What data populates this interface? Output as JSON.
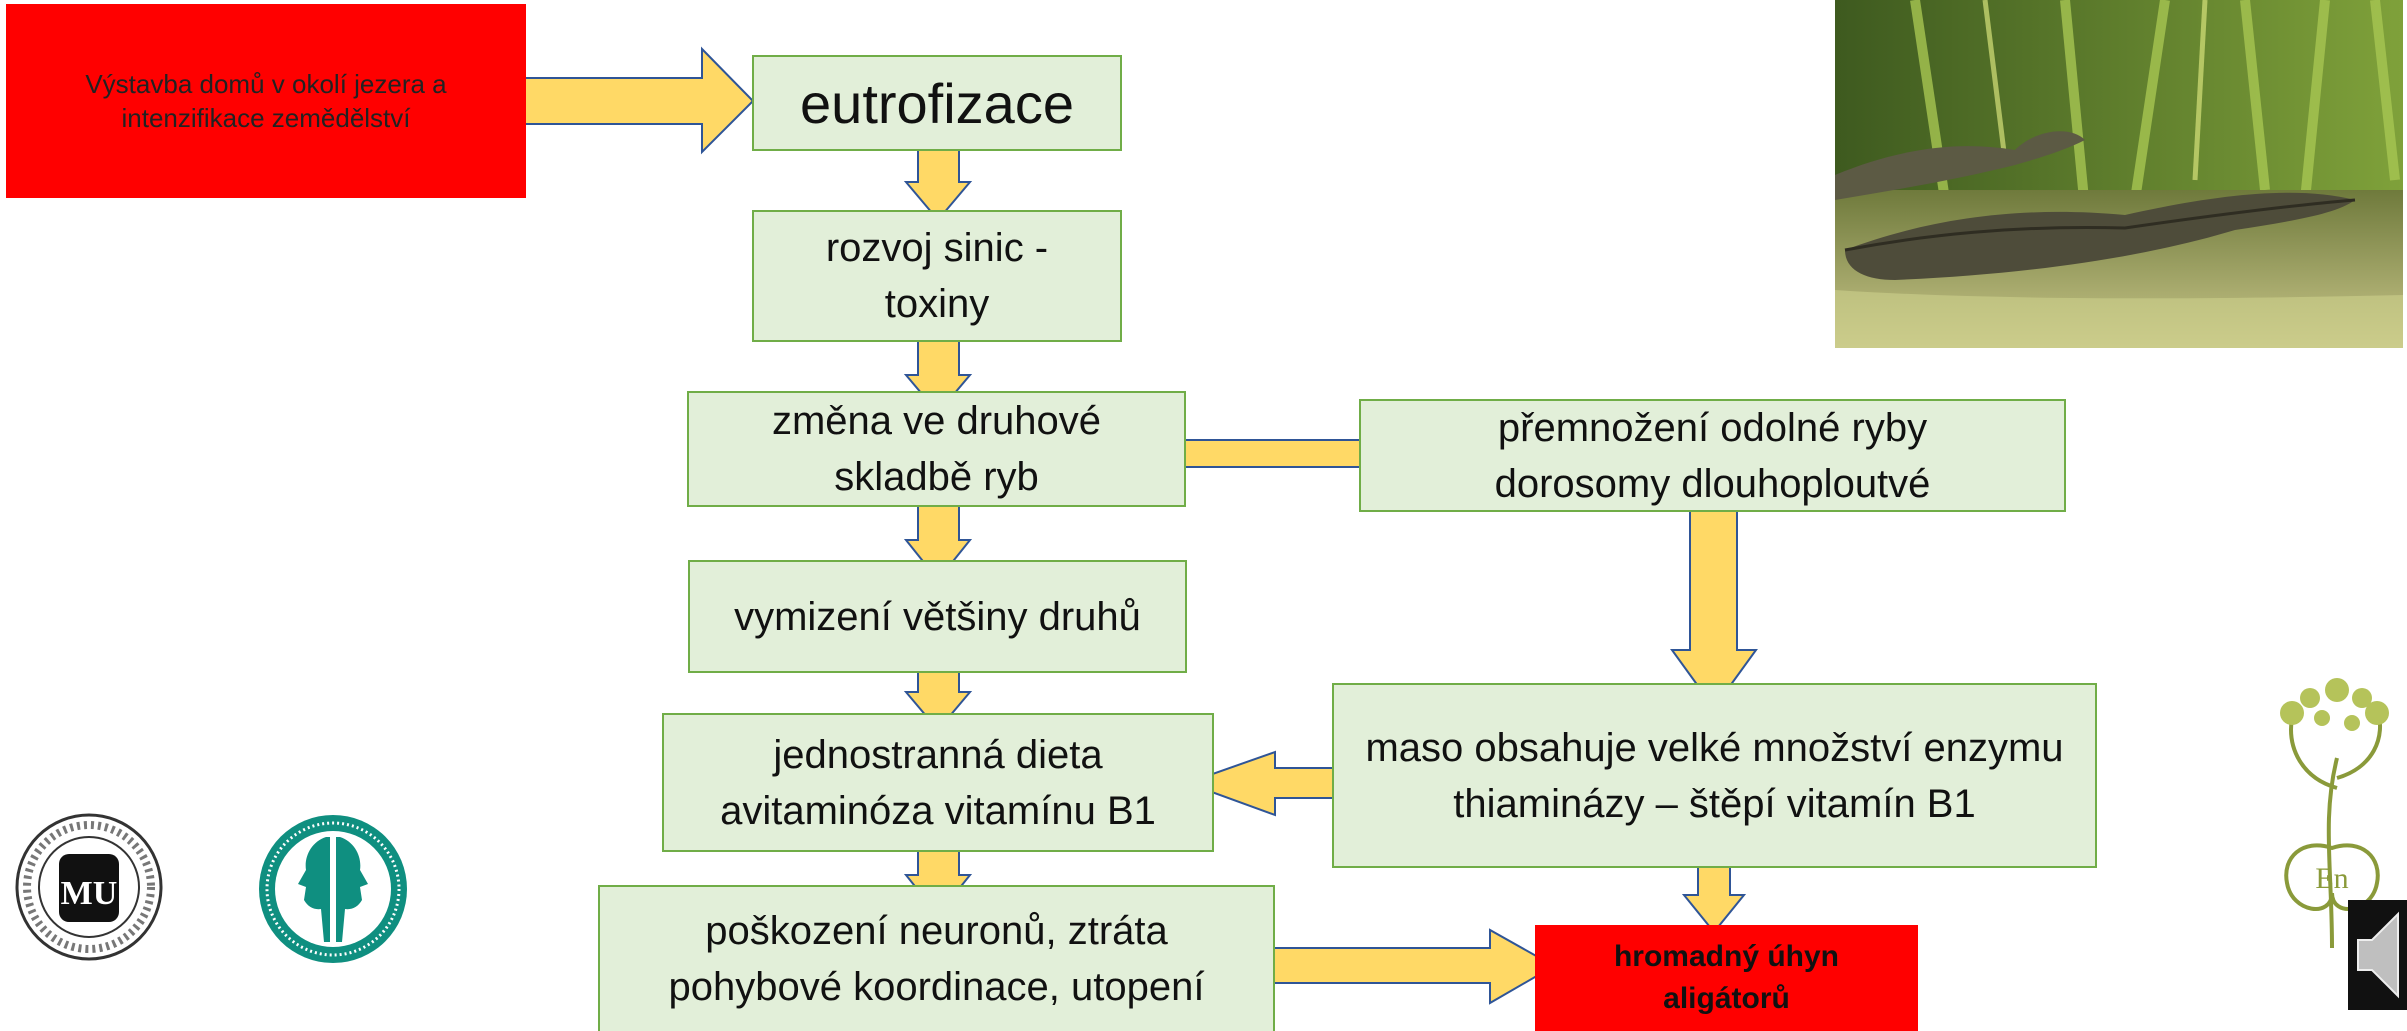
{
  "diagram": {
    "trigger": "Výstavba domů v okolí jezera a intenzifikace zemědělství",
    "eutrophication": "eutrofizace",
    "cyanobacteria": "rozvoj sinic - toxiny",
    "species_change": "změna ve druhové skladbě ryb",
    "extinction": "vymizení většiny druhů",
    "diet": "jednostranná dieta avitaminóza vitamínu B1",
    "neuron_damage": "poškození neuronů, ztráta pohybové koordinace, utopení",
    "overpopulation": "přemnožení odolné ryby dorosomy dlouhoploutvé",
    "thiaminase": "maso obsahuje velké množství enzymu thiaminázy – štěpí vitamín B1",
    "result": "hromadný úhyn aligátorů"
  },
  "colors": {
    "box_fill": "#e2efd9",
    "box_border": "#70ad47",
    "arrow_fill": "#ffd966",
    "arrow_stroke": "#2f5597",
    "alert": "#ff0000",
    "logo_teal": "#0f8f80"
  },
  "icons": [
    "alligator-photo",
    "university-seal-icon",
    "faculty-profiles-icon",
    "ecology-emblem-icon",
    "speaker-icon"
  ],
  "logos": {
    "university_monogram": "MU",
    "emblem_text": "En"
  }
}
